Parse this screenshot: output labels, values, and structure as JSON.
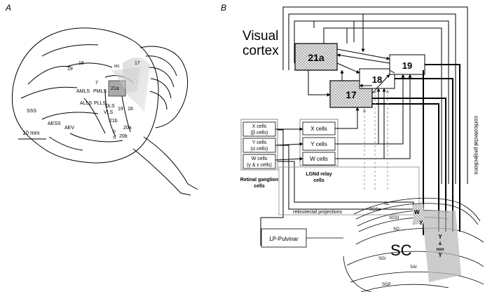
{
  "panel_a": {
    "panel_label": "A",
    "scale_bar": "10 mm",
    "areas": {
      "a18": "18",
      "a19": "19",
      "a17": "17",
      "a21a": "21a",
      "a21b": "21b",
      "a20a": "20a",
      "a20b": "20b",
      "a7": "7",
      "a18b": "18",
      "a19b": "19",
      "ams": "AMLS",
      "pmls": "PMLS",
      "alls": "ALLS",
      "plls": "PLLS",
      "dls": "DLS",
      "vls": "VLS",
      "sss": "SSS",
      "aess": "AESS",
      "aev": "AEV",
      "ps": "P\nS",
      "ms": "MS"
    }
  },
  "panel_b": {
    "panel_label": "B",
    "visual_cortex_line1": "Visual",
    "visual_cortex_line2": "cortex",
    "box_21a": "21a",
    "box_17": "17",
    "box_18": "18",
    "box_19": "19",
    "retinal": {
      "x_line1": "X cells",
      "x_line2": "(β cells)",
      "y_line1": "Y cells",
      "y_line2": "(α cells)",
      "w_line1": "W cells",
      "w_line2": "(γ & ε cells)",
      "caption_line1": "Retinal ganglion",
      "caption_line2": "cells"
    },
    "lgn": {
      "x": "X cells",
      "y": "Y cells",
      "w": "W cells",
      "caption_line1": "LGNd relay",
      "caption_line2": "cells"
    },
    "retinotectal": "retinotectal projections",
    "corticotectal": "corticotectal projections",
    "lp_pulvinar": "LP-Pulvinar",
    "sc": {
      "label": "SC",
      "sz": "SZ",
      "sgsu": "SGSu",
      "sgsi": "SGSl",
      "so": "SO",
      "sgi": "SGI",
      "sai": "SAI",
      "sgp": "SGP",
      "w": "W",
      "y": "Y",
      "ynony_1": "Y",
      "ynony_2": "&",
      "ynony_3": "non",
      "ynony_4": "Y"
    }
  }
}
